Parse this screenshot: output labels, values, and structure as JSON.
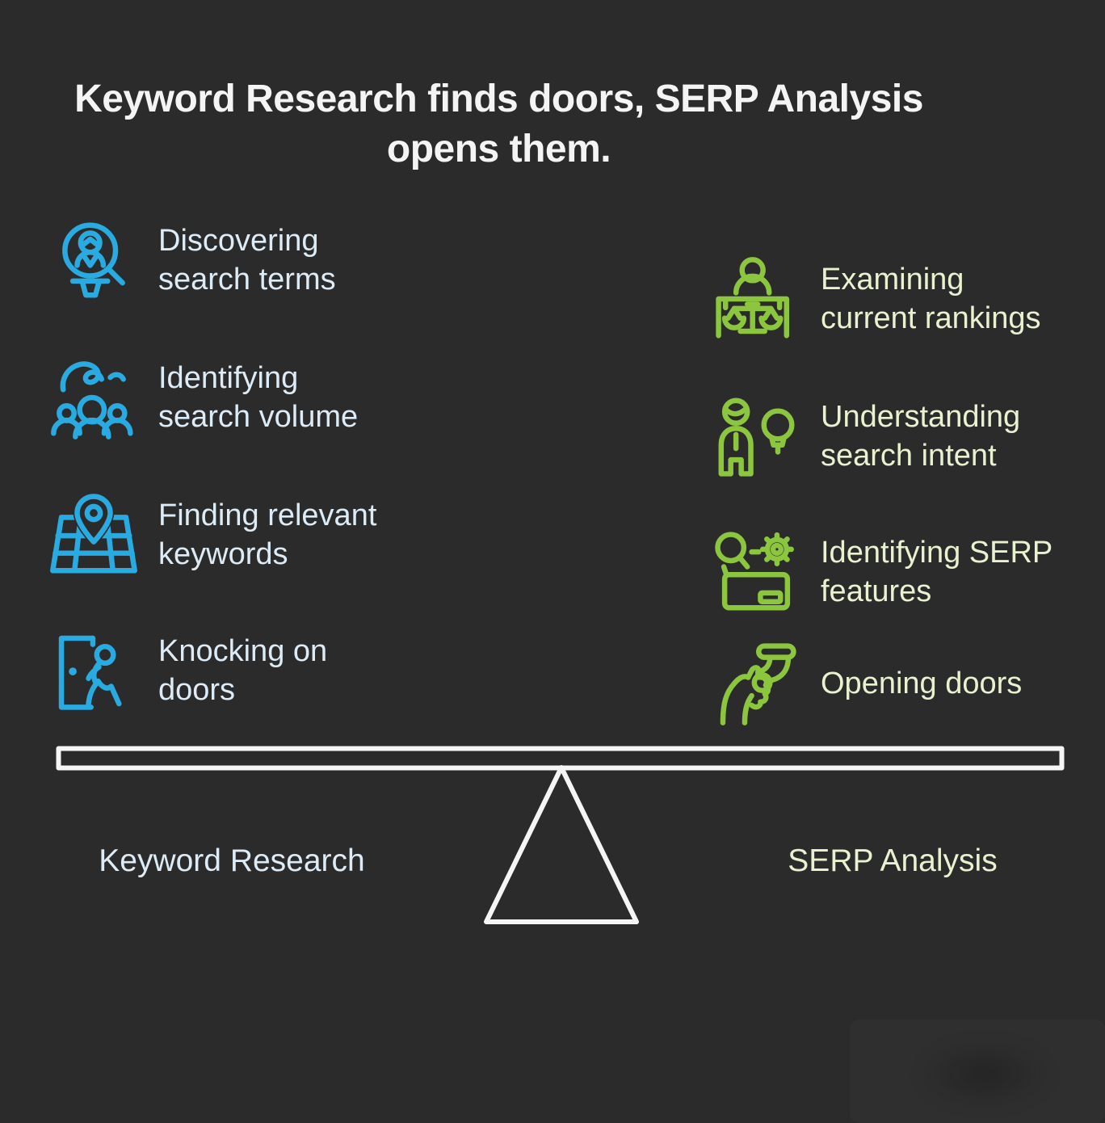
{
  "title": "Keyword Research finds doors, SERP Analysis\nopens them.",
  "colors": {
    "background": "#2b2b2b",
    "keyword_accent": "#29abe2",
    "serp_accent": "#8cc63f",
    "keyword_text": "#dcebf5",
    "serp_text": "#e9f2d0",
    "title_text": "#f4f4f4",
    "seesaw_stroke": "#f5f5f5"
  },
  "keyword_research": {
    "label": "Keyword Research",
    "items": [
      {
        "icon": "person-search-magnifier-icon",
        "label": "Discovering\nsearch terms"
      },
      {
        "icon": "hand-over-audience-icon",
        "label": "Identifying\nsearch volume"
      },
      {
        "icon": "map-location-pin-icon",
        "label": "Finding relevant\nkeywords"
      },
      {
        "icon": "person-knocking-door-icon",
        "label": "Knocking on\ndoors"
      }
    ]
  },
  "serp_analysis": {
    "label": "SERP Analysis",
    "items": [
      {
        "icon": "person-balance-scale-icon",
        "label": "Examining\ncurrent rankings"
      },
      {
        "icon": "person-lightbulb-icon",
        "label": "Understanding\nsearch intent"
      },
      {
        "icon": "magnifier-gear-card-icon",
        "label": "Identifying SERP\nfeatures"
      },
      {
        "icon": "hand-door-handle-icon",
        "label": "Opening doors"
      }
    ]
  },
  "seesaw": {
    "left_label": "Keyword Research",
    "right_label": "SERP Analysis"
  }
}
